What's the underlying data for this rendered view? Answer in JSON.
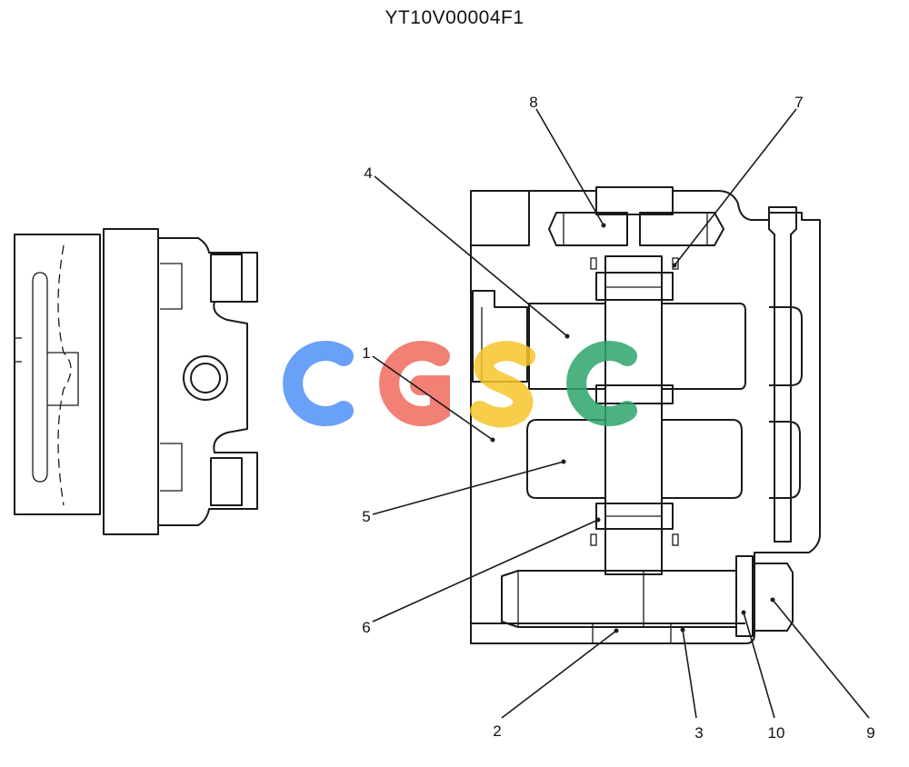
{
  "title": "YT10V00004F1",
  "watermark": {
    "letters": [
      "C",
      "G",
      "S",
      "C"
    ],
    "colors": [
      "#4f8ff7",
      "#f06b5e",
      "#f6c52a",
      "#2ea56b"
    ]
  },
  "callouts": [
    "1",
    "2",
    "3",
    "4",
    "5",
    "6",
    "7",
    "8",
    "9",
    "10"
  ]
}
